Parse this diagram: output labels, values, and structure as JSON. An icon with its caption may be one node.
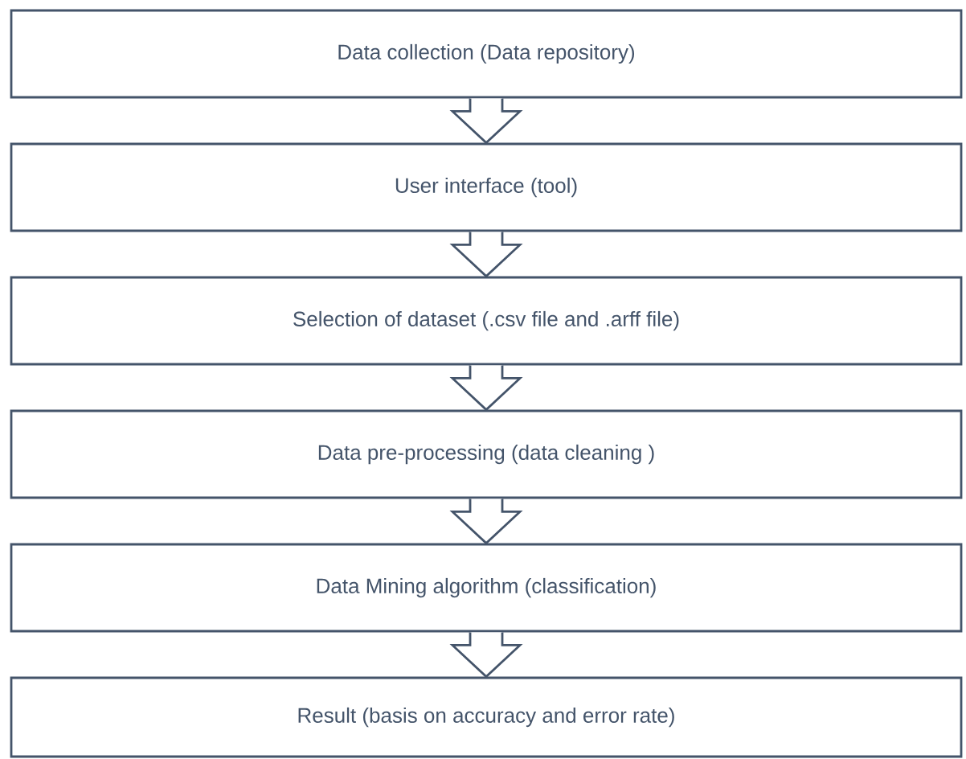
{
  "diagram": {
    "nodes": [
      {
        "text": [
          "Data collection (Data repository)"
        ]
      },
      {
        "text": [
          "User interface (tool)"
        ]
      },
      {
        "text": [
          "Selection of dataset (.csv file and .arff file)"
        ]
      },
      {
        "text": [
          "Data pre-processing (data cleaning )"
        ]
      },
      {
        "text": [
          "Data Mining algorithm (classification)"
        ]
      },
      {
        "text": [
          "Result (basis on accuracy and error rate)"
        ]
      }
    ],
    "edges": [
      {
        "from": 0,
        "to": 1,
        "arrow": "to"
      },
      {
        "from": 1,
        "to": 2,
        "arrow": "to"
      },
      {
        "from": 2,
        "to": 3,
        "arrow": "to"
      },
      {
        "from": 3,
        "to": 4,
        "arrow": "to"
      },
      {
        "from": 4,
        "to": 5,
        "arrow": "to"
      }
    ]
  }
}
